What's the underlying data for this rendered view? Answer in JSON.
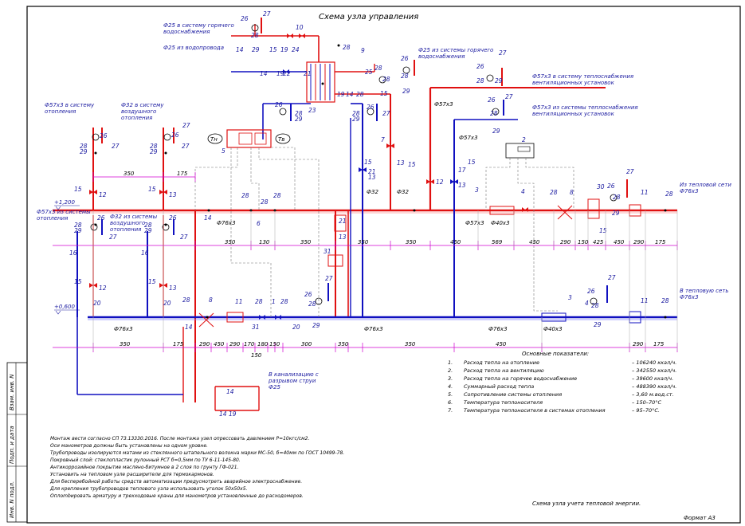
{
  "title": "Схема узла управления",
  "footer_caption": "Схема узла учета тепловой энергии.",
  "format_label": "Формат А3",
  "side_stamp": [
    "Инв. N подл.",
    "Подп. и дата",
    "Взам. инв. N"
  ],
  "pipe_labels": {
    "hot_water_supply": "Ф25 в систему горячего водоснабжения",
    "from_water_supply": "Ф25 из водопровода",
    "from_hot_water": "Ф25 из системы горячего водоснабжения",
    "to_vent_supply": "Ф57х3 в систему теплоснабжения вентиляционных установок",
    "from_vent_supply": "Ф57х3 из системы теплоснабжения вентиляционных установок",
    "to_heating": "Ф57х3 в систему отопления",
    "to_air_heating": "Ф32 в систему воздушного отопления",
    "from_heating": "Ф57х3 из системы отопления",
    "from_air_heating": "Ф32 из системы воздушного отопления",
    "from_network": "Из тепловой сети Ф76х3",
    "to_network": "В тепловую сеть Ф76х3",
    "to_sewer": "В канализацию с разрывом струи Ф25"
  },
  "level_marks": [
    "+1,200",
    "+0,600"
  ],
  "pipe_sizes": [
    "Ф76х3",
    "Ф76х3",
    "Ф40х3",
    "Ф40х3",
    "Ф57х3",
    "Ф57х3",
    "Ф57х3",
    "Ф32",
    "Ф32",
    "Ф76х3",
    "Ф76х3"
  ],
  "dims_top": [
    "350",
    "175"
  ],
  "dims_mid": [
    "350",
    "130",
    "350",
    "350",
    "350",
    "450",
    "569",
    "450",
    "290",
    "150",
    "425",
    "450",
    "290",
    "175"
  ],
  "dims_bottom": [
    "350",
    "175",
    "290",
    "450",
    "290",
    "170",
    "180",
    "150",
    "300",
    "350",
    "350",
    "450",
    "290",
    "175"
  ],
  "dim_150_low": "150",
  "indicators_title": "Основные показатели:",
  "indicators": [
    {
      "n": "1.",
      "name": "Расход тепла на отопление",
      "value": "– 106240 ккал/ч."
    },
    {
      "n": "2.",
      "name": "Расход тепла на вентиляцию",
      "value": "– 342550 ккал/ч."
    },
    {
      "n": "3.",
      "name": "Расход тепла на горячее водоснабжение",
      "value": "– 39600 ккал/ч."
    },
    {
      "n": "4.",
      "name": "Суммарный расход тепла",
      "value": "– 488390 ккал/ч."
    },
    {
      "n": "5.",
      "name": "Сопротивление системы отопления",
      "value": "– 3,60 м.вод.ст."
    },
    {
      "n": "6.",
      "name": "Температура теплоносителя",
      "value": "– 150–70°С"
    },
    {
      "n": "7.",
      "name": "Температура теплоносителя в системах отопления",
      "value": "– 95–70°С."
    }
  ],
  "notes": [
    "Монтаж вести согласно СП 73.13330.2016. После монтажа узел опрессовать давлением Р=10кгс/см2.",
    "Оси манометров должны быть установлены на одном уровне.",
    "Трубопроводы изолируются матами из стеклянного штапельного волокна марки МС-50, б=40мм по ГОСТ 10499-78.",
    "Покровный слой: стеклопластик рулонный РСТ б=0,5мм по ТУ 6-11-145-80.",
    "Антикоррозийное покрытие масляно-битумное в 2 слоя по грунту ГФ-021.",
    "Установить на тепловом узле расширители для термокармонов.",
    "Для бесперебойной работы средств автоматизации предусмотреть аварийное электроснабжение.",
    "Для крепления трубопроводов теплового узла использовать уголок 50х50х5.",
    "Оплombировать арматуру и трехходовые краны для манометров установленные до расходомеров."
  ],
  "device_labels": {
    "tn": "Тн",
    "tv": "Тв"
  },
  "colors": {
    "supply": "#e01010",
    "return": "#1010c0",
    "dimension": "#d000d0",
    "marker": "#1a1aa0",
    "frame": "#000000"
  }
}
